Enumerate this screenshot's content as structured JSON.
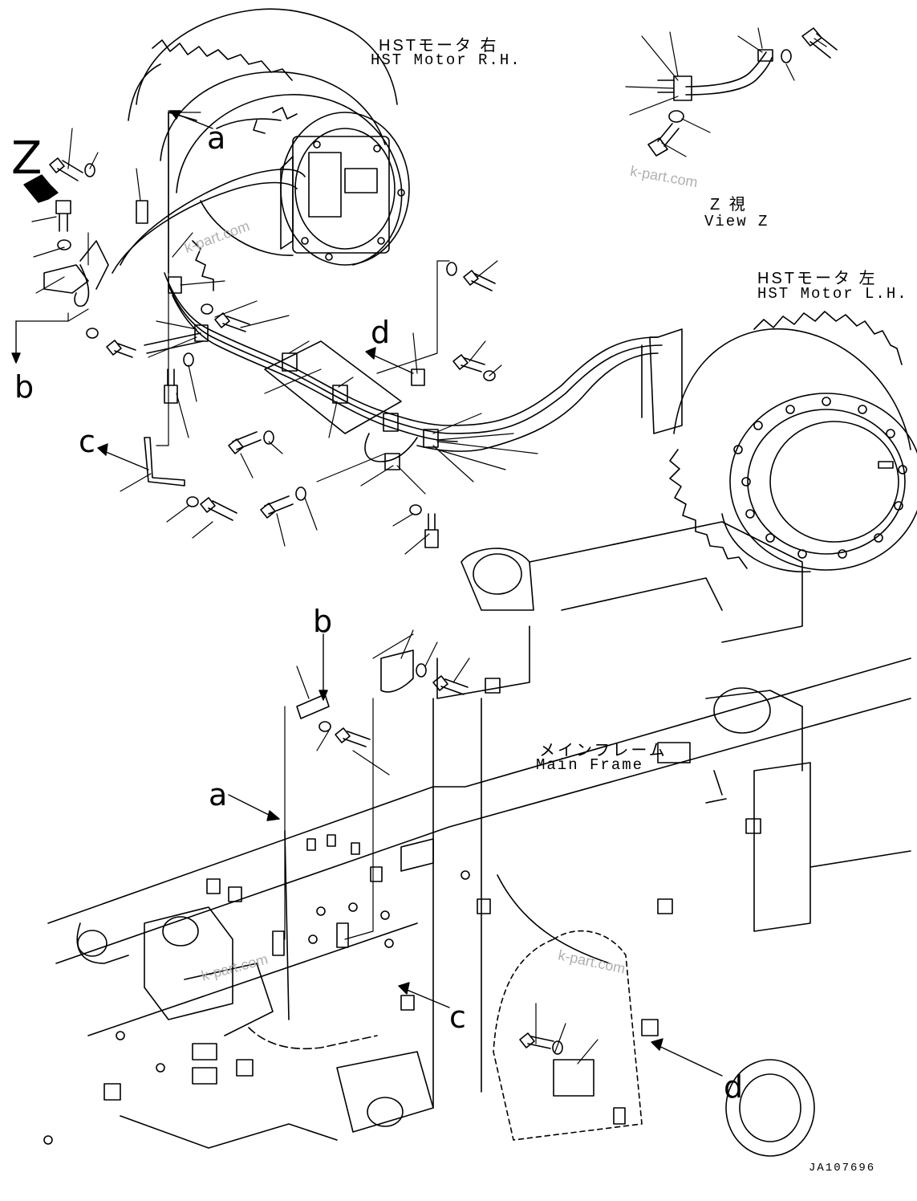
{
  "labels": {
    "motor_rh_jp": "HSTモータ 右",
    "motor_rh_en": "HST Motor R.H.",
    "motor_lh_jp": "HSTモータ 左",
    "motor_lh_en": "HST Motor L.H.",
    "view_z_jp": "Z 視",
    "view_z_en": "View Z",
    "main_frame_jp": "メインフレーム",
    "main_frame_en": "Main Frame",
    "drawing_code": "JA107696",
    "watermark": "k-part.com"
  },
  "refs": {
    "z": "Z",
    "a": "a",
    "b": "b",
    "c": "c",
    "d": "d"
  },
  "colors": {
    "ink": "#000000",
    "paper": "#ffffff",
    "watermark": "#b0b0b0"
  }
}
